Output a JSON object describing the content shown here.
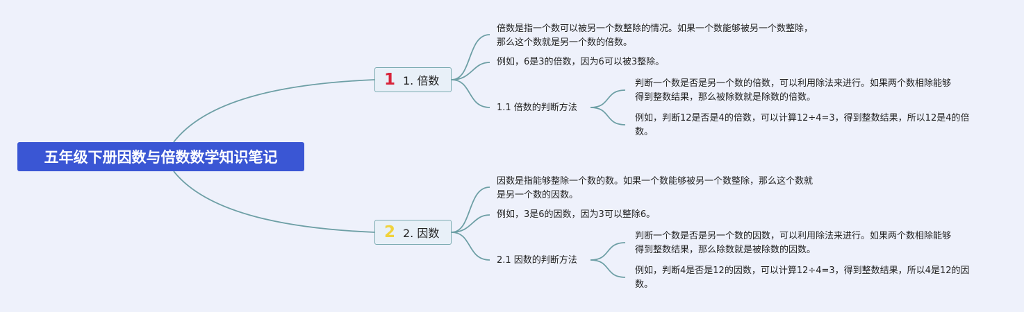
{
  "colors": {
    "root_bg": "#3a56d4",
    "link": "#6d9fa5",
    "badge_1": "#d8243a",
    "badge_2": "#f0d23c"
  },
  "root": {
    "title": "五年级下册因数与倍数数学知识笔记"
  },
  "branches": [
    {
      "badge": "1",
      "label": "1. 倍数",
      "notes": [
        "倍数是指一个数可以被另一个数整除的情况。如果一个数能够被另一个数整除，",
        "那么这个数就是另一个数的倍数。",
        "例如，6是3的倍数，因为6可以被3整除。"
      ],
      "method": {
        "label": "1.1 倍数的判断方法",
        "details": [
          "判断一个数是否是另一个数的倍数，可以利用除法来进行。如果两个数相除能够",
          "得到整数结果，那么被除数就是除数的倍数。",
          "例如，判断12是否是4的倍数，可以计算12÷4=3，得到整数结果，所以12是4的倍",
          "数。"
        ]
      }
    },
    {
      "badge": "2",
      "label": "2. 因数",
      "notes": [
        "因数是指能够整除一个数的数。如果一个数能够被另一个数整除，那么这个数就",
        "是另一个数的因数。",
        "例如，3是6的因数，因为3可以整除6。"
      ],
      "method": {
        "label": "2.1 因数的判断方法",
        "details": [
          "判断一个数是否是另一个数的因数，可以利用除法来进行。如果两个数相除能够",
          "得到整数结果，那么除数就是被除数的因数。",
          "例如，判断4是否是12的因数，可以计算12÷4=3，得到整数结果，所以4是12的因",
          "数。"
        ]
      }
    }
  ]
}
